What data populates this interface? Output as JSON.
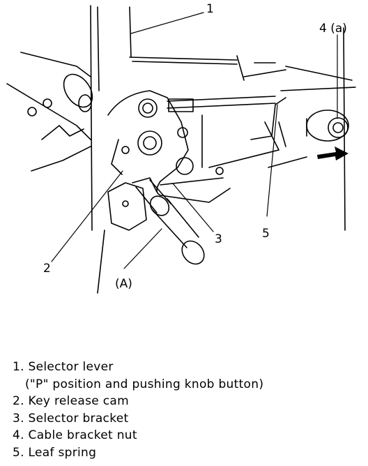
{
  "figure": {
    "callouts": {
      "c1": "1",
      "c2": "2",
      "c3": "3",
      "c4": "4 (a)",
      "c5": "5",
      "cA": "(A)"
    }
  },
  "legend": {
    "items": [
      {
        "text": "1. Selector lever"
      },
      {
        "text": "(\"P\" position and pushing knob button)"
      },
      {
        "text": "2. Key release cam"
      },
      {
        "text": "3. Selector bracket"
      },
      {
        "text": "4. Cable bracket nut"
      },
      {
        "text": "5. Leaf spring"
      }
    ]
  }
}
